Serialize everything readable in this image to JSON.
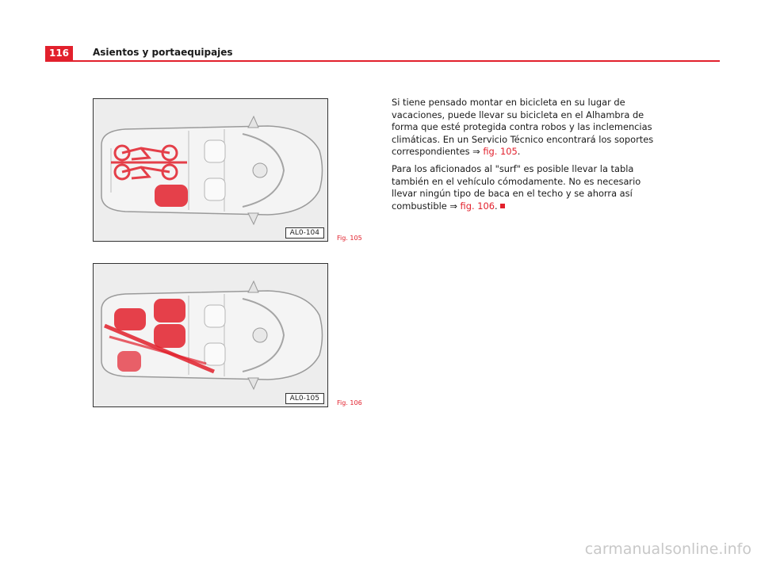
{
  "header": {
    "page_number": "116",
    "title": "Asientos y portaequipajes"
  },
  "figures": [
    {
      "code": "AL0-104",
      "caption": "Fig. 105"
    },
    {
      "code": "AL0-105",
      "caption": "Fig. 106"
    }
  ],
  "body": {
    "p1_text": "Si tiene pensado montar en bicicleta en su lugar de vacaciones, puede llevar su bicicleta en el Alhambra de forma que esté protegida contra robos y las inclemencias climáticas. En un Servicio Técnico encontrará los soportes correspondientes ",
    "p1_arrow": "⇒",
    "p1_link": "fig. 105",
    "p1_end": ".",
    "p2_text": "Para los aficionados al \"surf\" es posible llevar la tabla también en el vehículo cómodamente. No es necesario llevar ningún tipo de baca en el techo y se ahorra así combustible ",
    "p2_arrow": "⇒",
    "p2_link": "fig. 106",
    "p2_end": "."
  },
  "watermark": "carmanualsonline.info",
  "colors": {
    "accent": "#e2202c"
  }
}
